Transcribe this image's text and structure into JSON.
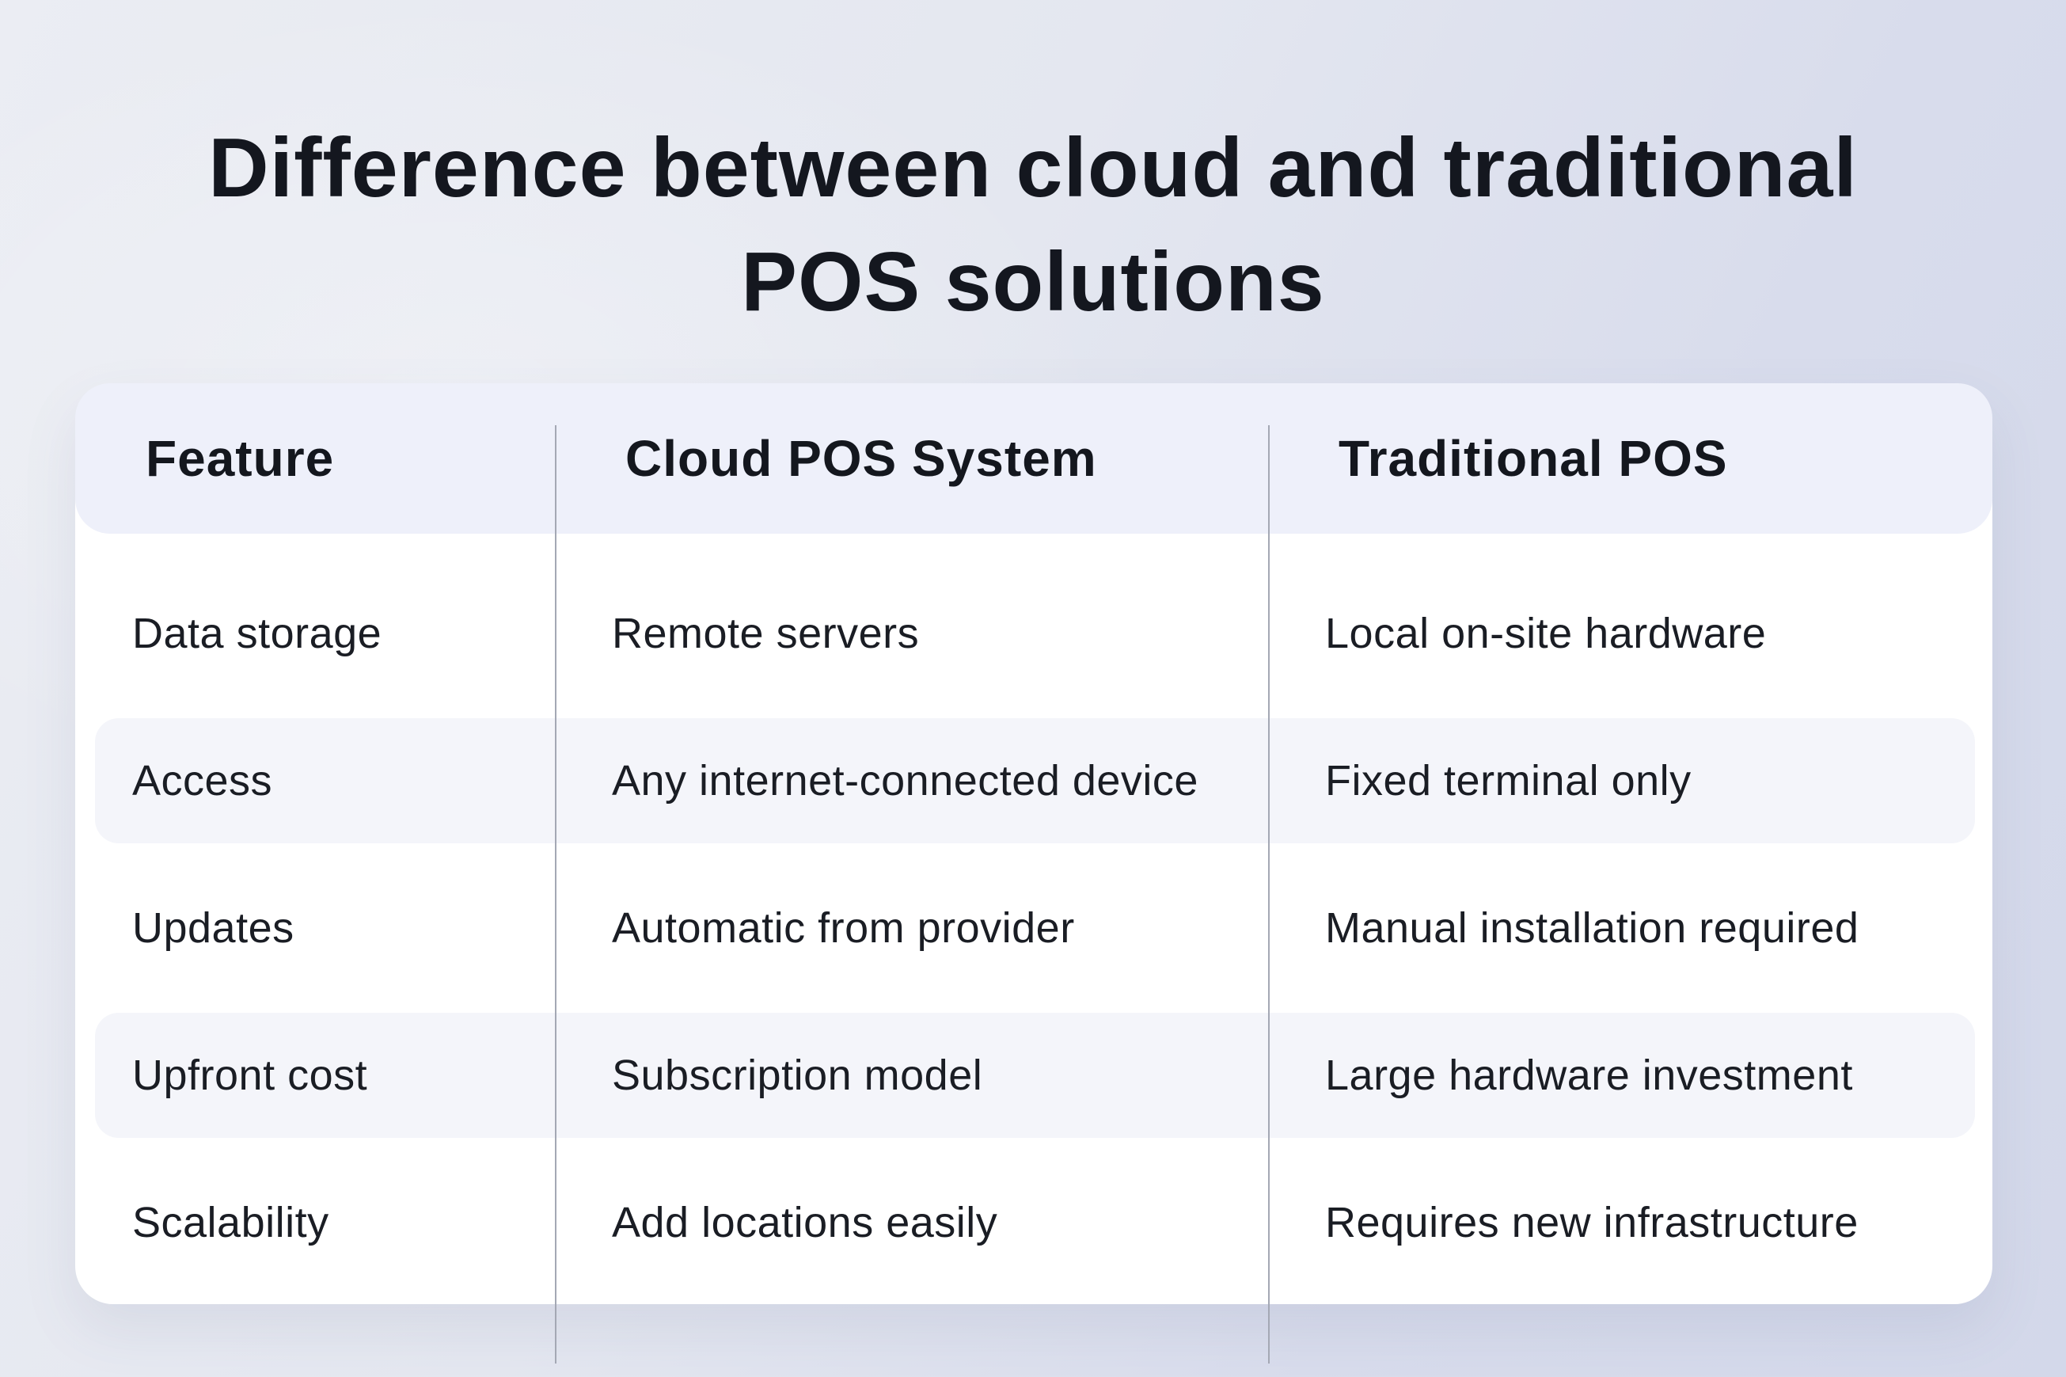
{
  "title": {
    "text": "Difference between cloud and traditional POS solutions",
    "lines": [
      "Difference between cloud and traditional",
      "POS solutions"
    ]
  },
  "chart_data": {
    "type": "table",
    "title": "Difference between cloud and traditional POS solutions",
    "columns": [
      "Feature",
      "Cloud POS System",
      "Traditional POS"
    ],
    "rows": [
      [
        "Data storage",
        "Remote servers",
        "Local on-site hardware"
      ],
      [
        "Access",
        "Any internet-connected device",
        "Fixed terminal only"
      ],
      [
        "Updates",
        "Automatic from provider",
        "Manual installation required"
      ],
      [
        "Upfront cost",
        "Subscription model",
        "Large hardware investment"
      ],
      [
        "Scalability",
        "Add locations easily",
        "Requires new infrastructure"
      ]
    ],
    "layout": {
      "striped_rows": [
        2,
        4
      ],
      "grid": "vertical-dividers-only",
      "header_position": "top"
    }
  },
  "colors": {
    "background_start": "#ebedf3",
    "background_end": "#d3d8ea",
    "card": "#ffffff",
    "header_row_bg": "#eef0fa",
    "striped_row_bg": "#f4f5fa",
    "divider": "#a4a8b4",
    "text": "#15181f"
  }
}
